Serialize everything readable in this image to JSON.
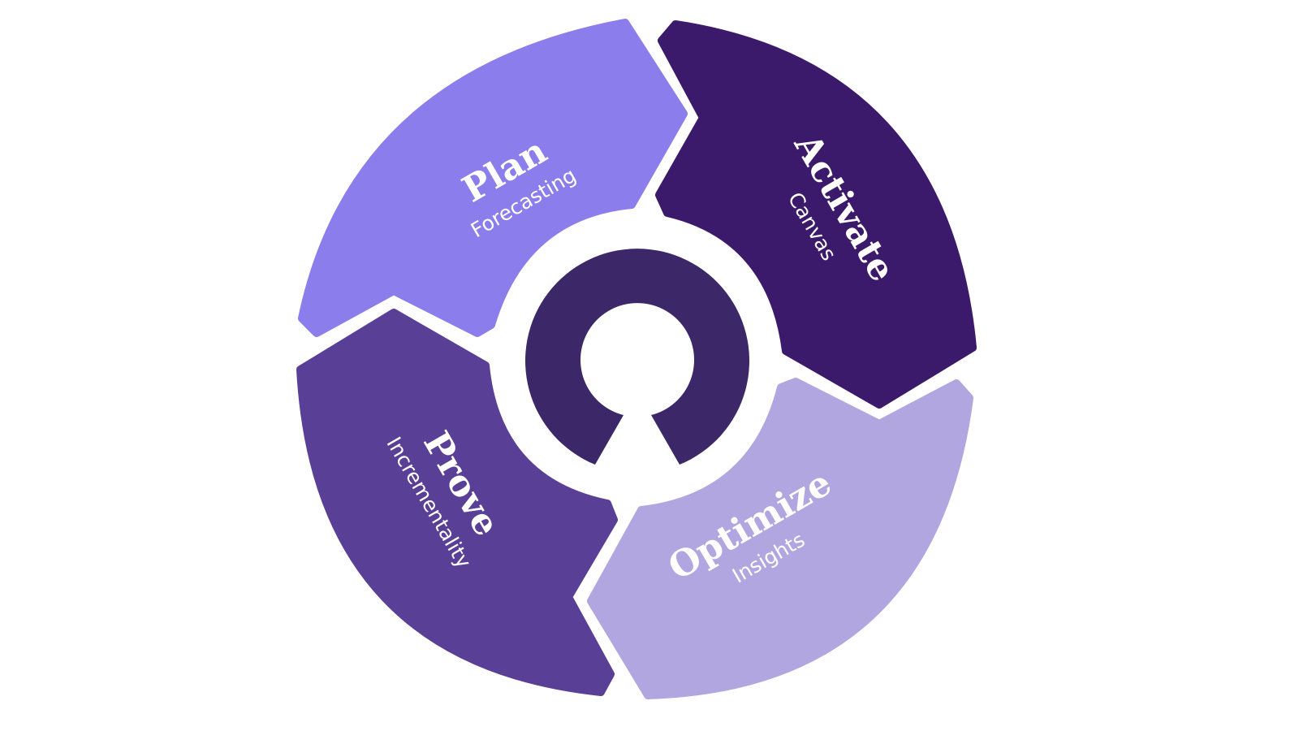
{
  "segments": [
    {
      "id": "plan",
      "title": "Plan",
      "subtitle": "Forecasting",
      "color": "#8b7deb"
    },
    {
      "id": "activate",
      "title": "Activate",
      "subtitle": "Canvas",
      "color": "#3b1a6b"
    },
    {
      "id": "optimize",
      "title": "Optimize",
      "subtitle": "Insights",
      "color": "#b1a6e0"
    },
    {
      "id": "prove",
      "title": "Prove",
      "subtitle": "Incrementality",
      "color": "#5a3f96"
    }
  ],
  "logo_color": "#3c2869"
}
